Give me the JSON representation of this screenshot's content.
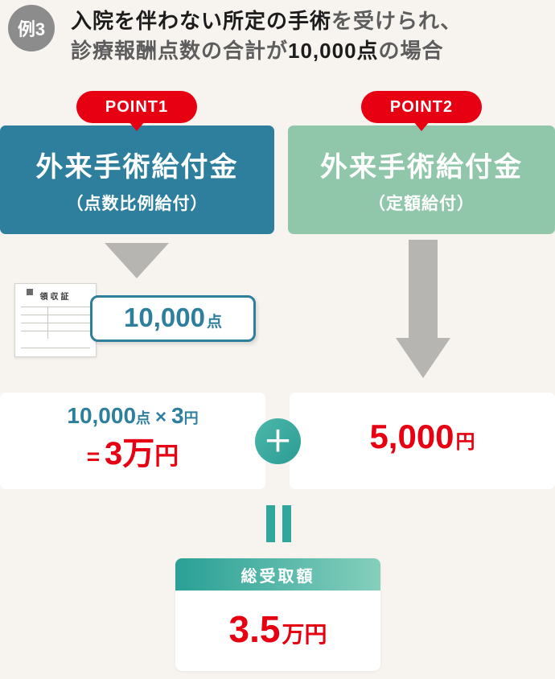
{
  "example_badge": {
    "label": "例3"
  },
  "heading": {
    "line1_bold": "入院を伴わない所定の手術",
    "line1_rest": "を受けられ、",
    "line2_pre": "診療報酬点数の合計が",
    "line2_bold": "10,000点",
    "line2_post": "の場合"
  },
  "points": {
    "point1": "POINT1",
    "point2": "POINT2"
  },
  "benefit_left": {
    "title": "外来手術給付金",
    "subtitle": "（点数比例給付）"
  },
  "benefit_right": {
    "title": "外来手術給付金",
    "subtitle": "（定額給付）"
  },
  "receipt": {
    "label": "領収証"
  },
  "points_callout": {
    "value": "10,000",
    "unit": "点"
  },
  "calc_left": {
    "value1": "10,000",
    "unit1": "点",
    "operator": "×",
    "value2": "3",
    "unit2": "円",
    "equals": "=",
    "result_value": "3万",
    "result_unit": "円"
  },
  "plus": {
    "symbol": "＋"
  },
  "calc_right": {
    "value": "5,000",
    "unit": "円"
  },
  "total": {
    "header": "総受取額",
    "value": "3.5",
    "unit": "万円"
  },
  "colors": {
    "bg": "#f7f3ee",
    "red": "#e60012",
    "teal_box": "#2e7f9d",
    "green_box": "#90c7aa",
    "accent_teal": "#2fa79d",
    "gray_arrow": "#b7b5b2",
    "badge_gray": "#8c8c8c"
  }
}
